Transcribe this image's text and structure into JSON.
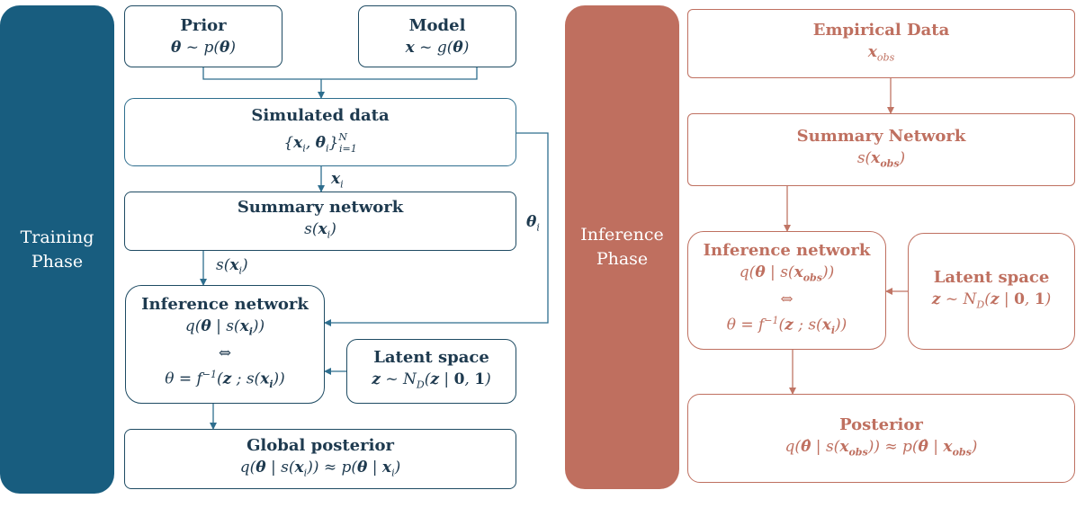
{
  "training": {
    "phase_label": "Training\nPhase",
    "prior": {
      "title": "Prior",
      "formula": "θ ~ p(θ)"
    },
    "model": {
      "title": "Model",
      "formula": "x ~ g(θ)"
    },
    "simulated": {
      "title": "Simulated data",
      "formula": "{xᵢ, θᵢ}ᵢ₌₁ᴺ"
    },
    "summary": {
      "title": "Summary network",
      "formula": "s(xᵢ)"
    },
    "inference": {
      "title": "Inference network",
      "formula1": "q(θ | s(xᵢ))",
      "equiv": "⇔",
      "formula2": "θ = f⁻¹(z ; s(xᵢ))"
    },
    "latent": {
      "title": "Latent space",
      "formula": "z ~ N_D(z | 0, 1)"
    },
    "posterior": {
      "title": "Global posterior",
      "formula": "q(θ | s(xᵢ)) ≈ p(θ | xᵢ)"
    },
    "edge_labels": {
      "xi": "xᵢ",
      "sxi": "s(xᵢ)",
      "thetai": "θᵢ"
    }
  },
  "inference": {
    "phase_label": "Inference\nPhase",
    "empirical": {
      "title": "Empirical Data",
      "formula": "x_obs"
    },
    "summary": {
      "title": "Summary Network",
      "formula": "s(x_obs)"
    },
    "inference": {
      "title": "Inference network",
      "formula1": "q(θ | s(x_obs))",
      "equiv": "⇔",
      "formula2": "θ = f⁻¹(z ; s(xᵢ))"
    },
    "latent": {
      "title": "Latent space",
      "formula": "z ~ N_D(z | 0, 1)"
    },
    "posterior": {
      "title": "Posterior",
      "formula": "q(θ̂ | s(x_obs)) ≈ p(θ̂ | x_obs)"
    }
  },
  "colors": {
    "training": "#185d7f",
    "training_dark": "#1e3a4f",
    "inference": "#bf6f5f"
  }
}
